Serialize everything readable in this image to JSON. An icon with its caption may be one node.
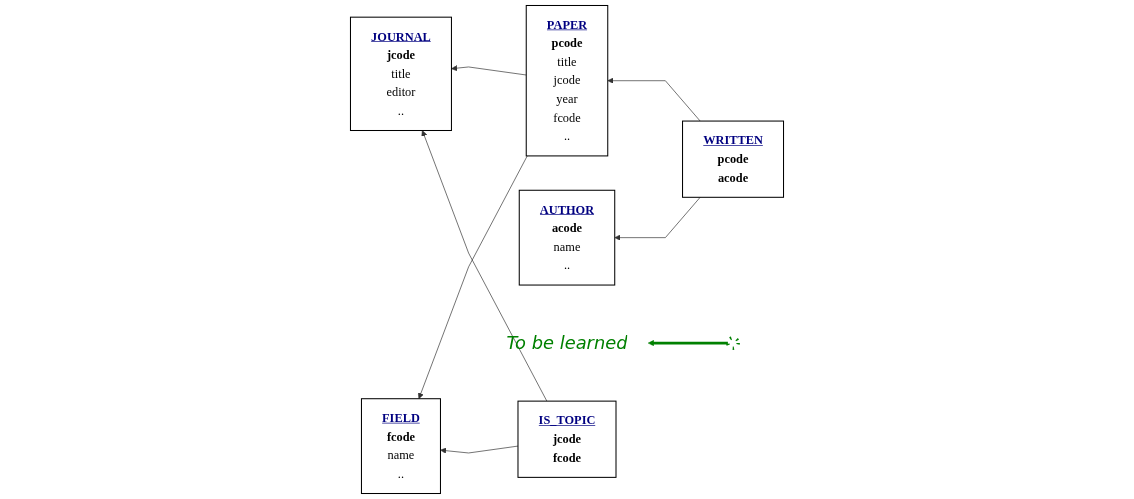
{
  "diagram": {
    "nodes": [
      {
        "text": [
          "JOURNAL",
          "jcode",
          "title",
          "editor",
          ".."
        ]
      },
      {
        "text": [
          "PAPER",
          "pcode",
          "title",
          "jcode",
          "year",
          "fcode",
          ".."
        ]
      },
      {
        "text": [
          "WRITTEN",
          "pcode",
          "acode"
        ]
      },
      {
        "text": [
          "AUTHOR",
          "acode",
          "name",
          ".."
        ]
      },
      {
        "text": [],
        "shape": "circle"
      },
      {
        "text": [
          "To be learned"
        ]
      },
      {
        "text": [
          "IS_TOPIC",
          "jcode",
          "fcode"
        ]
      },
      {
        "text": [
          "FIELD",
          "fcode",
          "name",
          ".."
        ]
      }
    ],
    "edges": [
      {
        "from": 1,
        "to": 0,
        "arrow": "to"
      },
      {
        "from": 2,
        "to": 1,
        "arrow": "to"
      },
      {
        "from": 2,
        "to": 3,
        "arrow": "to"
      },
      {
        "from": 1,
        "to": 7,
        "arrow": "to"
      },
      {
        "from": 6,
        "to": 0,
        "arrow": "to"
      },
      {
        "from": 6,
        "to": 7,
        "arrow": "to"
      },
      {
        "from": 4,
        "to": 5,
        "arrow": "to",
        "style": "thick",
        "color": "#008000"
      }
    ]
  }
}
